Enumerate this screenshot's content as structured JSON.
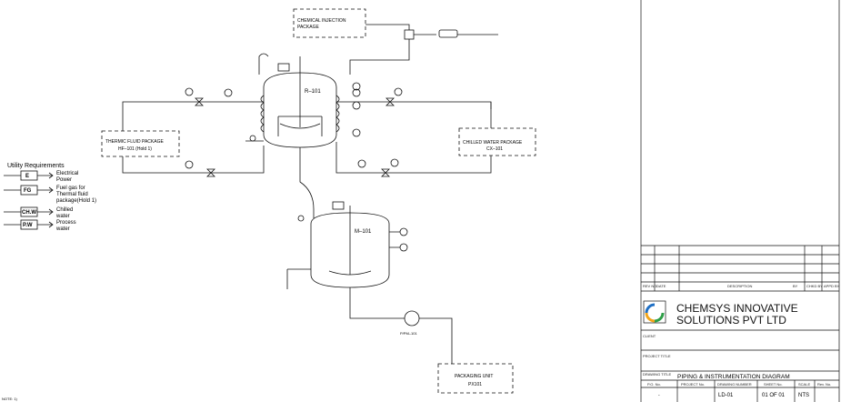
{
  "drawing": {
    "vessels": {
      "reactor_tag": "R–101",
      "mixer_tag": "M–101"
    },
    "packages": {
      "chemical_injection": [
        "CHEMICAL INJECTION",
        "PACKAGE"
      ],
      "thermic_fluid": [
        "THERMIC FLUID PACKAGE",
        "HF–101 (Hold 1)"
      ],
      "chilled_water": [
        "CHILLED WATER PACKAGE",
        "CX–101"
      ],
      "packaging_unit": [
        "PACKAGING UNIT",
        "PX101"
      ]
    },
    "pump_tag": "P/PM–101",
    "utility": {
      "title": "Utility Requirements",
      "items": [
        {
          "code": "E",
          "label": [
            "Electrical",
            "Power"
          ]
        },
        {
          "code": "FG",
          "label": [
            "Fuel gas for",
            "Thermal fluid",
            "package(Hold 1)"
          ]
        },
        {
          "code": "CH.W",
          "label": [
            "Chilled",
            "water"
          ]
        },
        {
          "code": "P.W",
          "label": [
            "Process",
            "water"
          ]
        }
      ]
    },
    "footer_note": "NOTE: 1)"
  },
  "title_block": {
    "revision_headers": [
      "REV NO.",
      "DATE",
      "DESCRIPTION",
      "BY",
      "CHKD BY",
      "APPD BY"
    ],
    "company_line1": "CHEMSYS INNOVATIVE",
    "company_line2": "SOLUTIONS PVT LTD",
    "client_label": "CLIENT",
    "project_title_label": "PROJECT TITLE",
    "drawing_title_label": "DRAWING TITLE",
    "drawing_title": "PIPING & INSTRUMENTATION DIAGRAM",
    "footer_headers": [
      "P.O. No.",
      "PROJECT No.",
      "DRAWING NUMBER",
      "SHEET No.",
      "SCALE",
      "Rev. No."
    ],
    "footer_values": [
      "-",
      "",
      "LD-01",
      "01 OF 01",
      "NTS",
      ""
    ],
    "logo_colors": [
      "#1f6fc4",
      "#f2a51a",
      "#2e9e47"
    ]
  }
}
